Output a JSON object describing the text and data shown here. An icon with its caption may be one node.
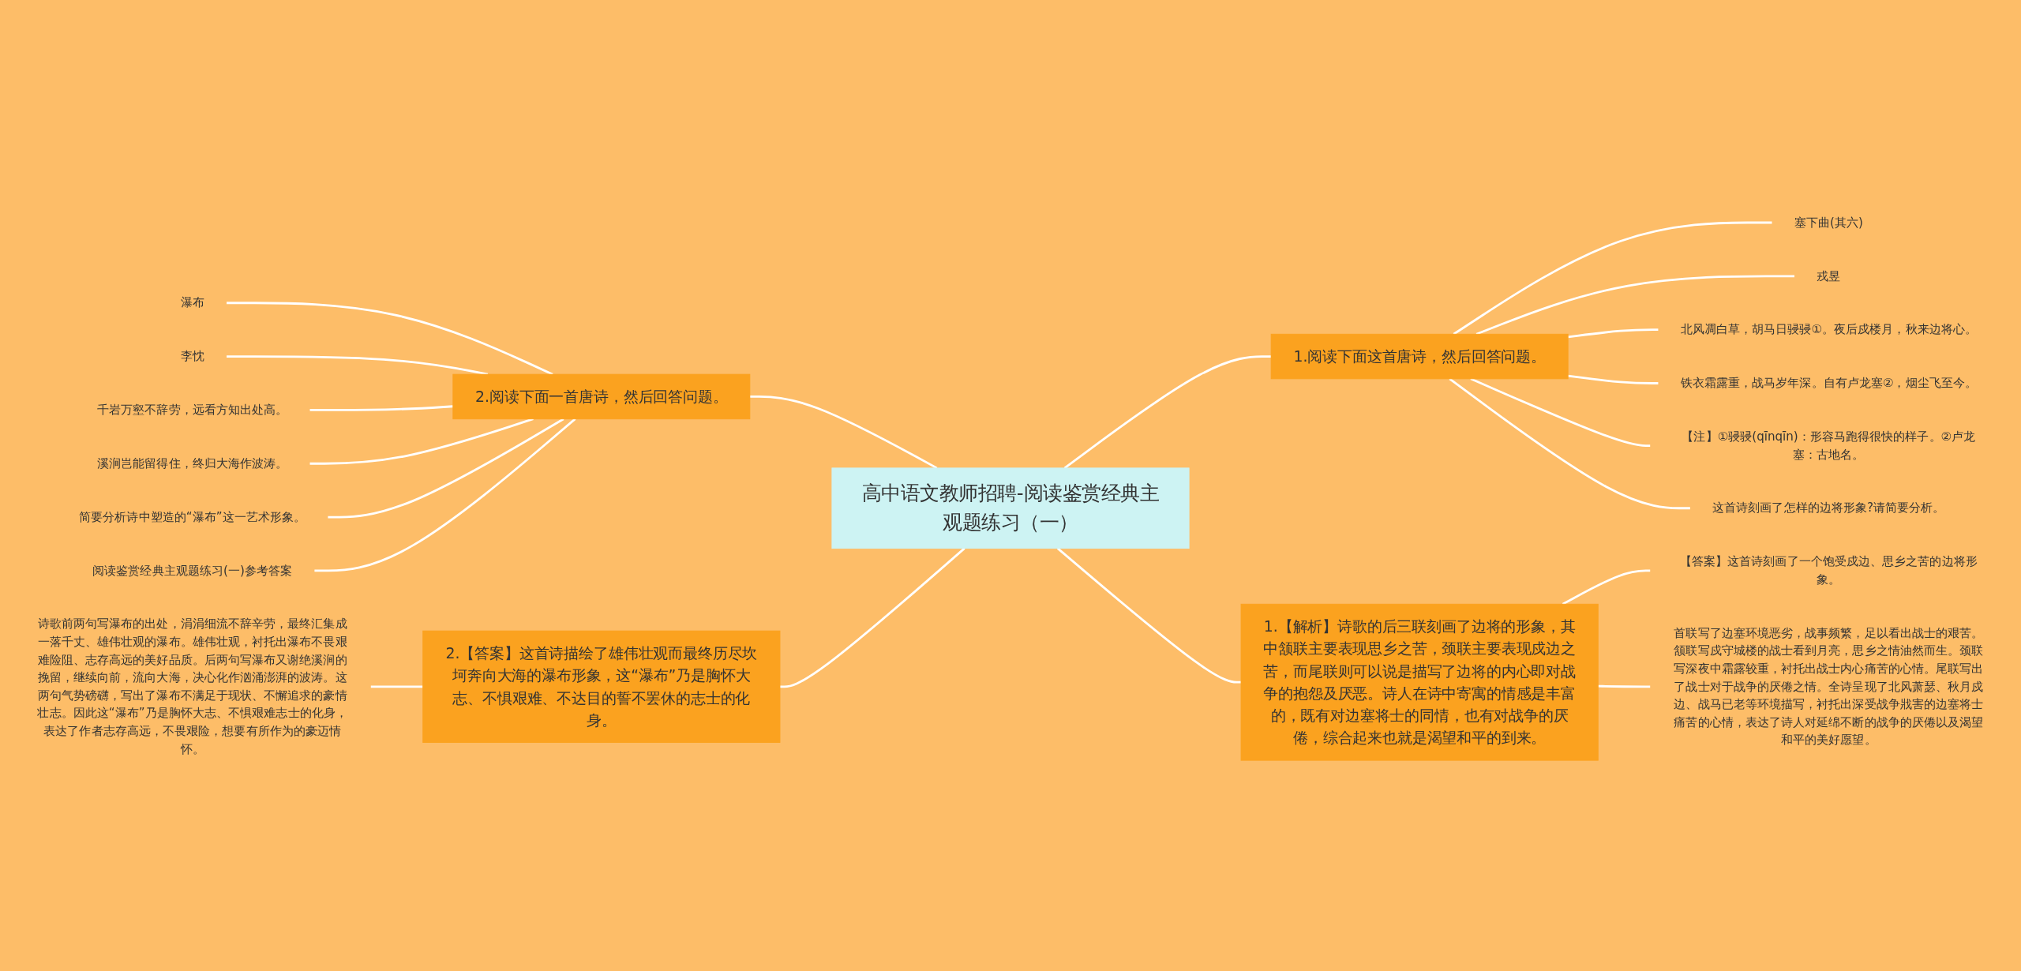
{
  "diagram": {
    "nodes": [
      {
        "text": [
          "高中语文教师招聘-阅读鉴赏经典主观题练习（一）"
        ]
      },
      {
        "text": [
          "2.阅读下面一首唐诗，然后回答问题。"
        ]
      },
      {
        "text": [
          "瀑布"
        ]
      },
      {
        "text": [
          "李忱"
        ]
      },
      {
        "text": [
          "千岩万壑不辞劳，远看方知出处高。"
        ]
      },
      {
        "text": [
          "溪涧岂能留得住，终归大海作波涛。"
        ]
      },
      {
        "text": [
          "简要分析诗中塑造的“瀑布”这一艺术形象。"
        ]
      },
      {
        "text": [
          "阅读鉴赏经典主观题练习(一)参考答案"
        ]
      },
      {
        "text": [
          "2.【答案】这首诗描绘了雄伟壮观而最终历尽坎坷奔向大海的瀑布形象，这“瀑布”乃是胸怀大志、不惧艰难、不达目的誓不罢休的志士的化身。"
        ]
      },
      {
        "text": [
          "诗歌前两句写瀑布的出处，涓涓细流不辞辛劳，最终汇集成一落千丈、雄伟壮观的瀑布。雄伟壮观，衬托出瀑布不畏艰难险阻、志存高远的美好品质。后两句写瀑布又谢绝溪涧的挽留，继续向前，流向大海，决心化作汹涌澎湃的波涛。这两句气势磅礴，写出了瀑布不满足于现状、不懈追求的豪情壮志。因此这“瀑布”乃是胸怀大志、不惧艰难志士的化身，表达了作者志存高远，不畏艰险，想要有所作为的豪迈情怀。"
        ]
      },
      {
        "text": [
          "1.阅读下面这首唐诗，然后回答问题。"
        ]
      },
      {
        "text": [
          "塞下曲(其六)"
        ]
      },
      {
        "text": [
          "戎昱"
        ]
      },
      {
        "text": [
          "北风凋白草，胡马日骎骎①。夜后戍楼月，秋来边将心。"
        ]
      },
      {
        "text": [
          "铁衣霜露重，战马岁年深。自有卢龙塞②，烟尘飞至今。"
        ]
      },
      {
        "text": [
          "【注】①骎骎(qīnqīn)：形容马跑得很快的样子。②卢龙塞：古地名。"
        ]
      },
      {
        "text": [
          "这首诗刻画了怎样的边将形象?请简要分析。"
        ]
      },
      {
        "text": [
          "1.【解析】诗歌的后三联刻画了边将的形象，其中颔联主要表现思乡之苦，颈联主要表现戍边之苦，而尾联则可以说是描写了边将的内心即对战争的抱怨及厌恶。诗人在诗中寄寓的情感是丰富的，既有对边塞将士的同情，也有对战争的厌倦，综合起来也就是渴望和平的到来。"
        ]
      },
      {
        "text": [
          "【答案】这首诗刻画了一个饱受戍边、思乡之苦的边将形象。"
        ]
      },
      {
        "text": [
          "首联写了边塞环境恶劣，战事频繁，足以看出战士的艰苦。颔联写戍守城楼的战士看到月亮，思乡之情油然而生。颈联写深夜中霜露较重，衬托出战士内心痛苦的心情。尾联写出了战士对于战争的厌倦之情。全诗呈现了北风萧瑟、秋月戍边、战马已老等环境描写，衬托出深受战争戕害的边塞将士痛苦的心情，表达了诗人对延绵不断的战争的厌倦以及渴望和平的美好愿望。"
        ]
      }
    ],
    "edges": [
      {
        "from": 0,
        "to": 1,
        "arrow": "none"
      },
      {
        "from": 1,
        "to": 2,
        "arrow": "none"
      },
      {
        "from": 1,
        "to": 3,
        "arrow": "none"
      },
      {
        "from": 1,
        "to": 4,
        "arrow": "none"
      },
      {
        "from": 1,
        "to": 5,
        "arrow": "none"
      },
      {
        "from": 1,
        "to": 6,
        "arrow": "none"
      },
      {
        "from": 1,
        "to": 7,
        "arrow": "none"
      },
      {
        "from": 0,
        "to": 8,
        "arrow": "none"
      },
      {
        "from": 8,
        "to": 9,
        "arrow": "none"
      },
      {
        "from": 0,
        "to": 10,
        "arrow": "none"
      },
      {
        "from": 10,
        "to": 11,
        "arrow": "none"
      },
      {
        "from": 10,
        "to": 12,
        "arrow": "none"
      },
      {
        "from": 10,
        "to": 13,
        "arrow": "none"
      },
      {
        "from": 10,
        "to": 14,
        "arrow": "none"
      },
      {
        "from": 10,
        "to": 15,
        "arrow": "none"
      },
      {
        "from": 10,
        "to": 16,
        "arrow": "none"
      },
      {
        "from": 0,
        "to": 17,
        "arrow": "none"
      },
      {
        "from": 17,
        "to": 18,
        "arrow": "none"
      },
      {
        "from": 17,
        "to": 19,
        "arrow": "none"
      }
    ]
  }
}
